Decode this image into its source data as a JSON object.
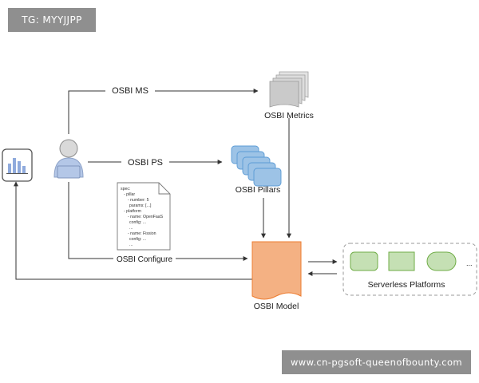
{
  "watermarks": {
    "top": "TG: MYYJJPP",
    "bottom": "www.cn-pgsoft-queenofbounty.com"
  },
  "edges": {
    "osbi_ms": "OSBI  MS",
    "osbi_ps": "OSBI  PS",
    "osbi_configure": "OSBI Configure"
  },
  "nodes": {
    "metrics": "OSBI Metrics",
    "pillars": "OSBI Pillars",
    "model": "OSBI Model",
    "serverless": "Serverless Platforms",
    "serverless_more": "..."
  },
  "spec_lines": [
    "spec:",
    "- pillar",
    "- number: 5",
    "params: [...]",
    "- platform",
    "- name: OpenFaaS",
    "config: ...",
    "...",
    "- name: Fission",
    "config: ...",
    "..."
  ],
  "colors": {
    "line": "#333333",
    "person_head": "#d9d9d9",
    "person_body": "#b4c7e7",
    "dashboard_bars": "#8faadc",
    "pillar_fill": "#9dc3e6",
    "pillar_stroke": "#5b9bd5",
    "model_fill": "#f4b183",
    "model_stroke": "#ed7d31",
    "platform_fill": "#c5e0b4",
    "platform_stroke": "#70ad47",
    "metrics_fill": "#d0d0d0",
    "watermark_bg": "#8f8f8f"
  }
}
